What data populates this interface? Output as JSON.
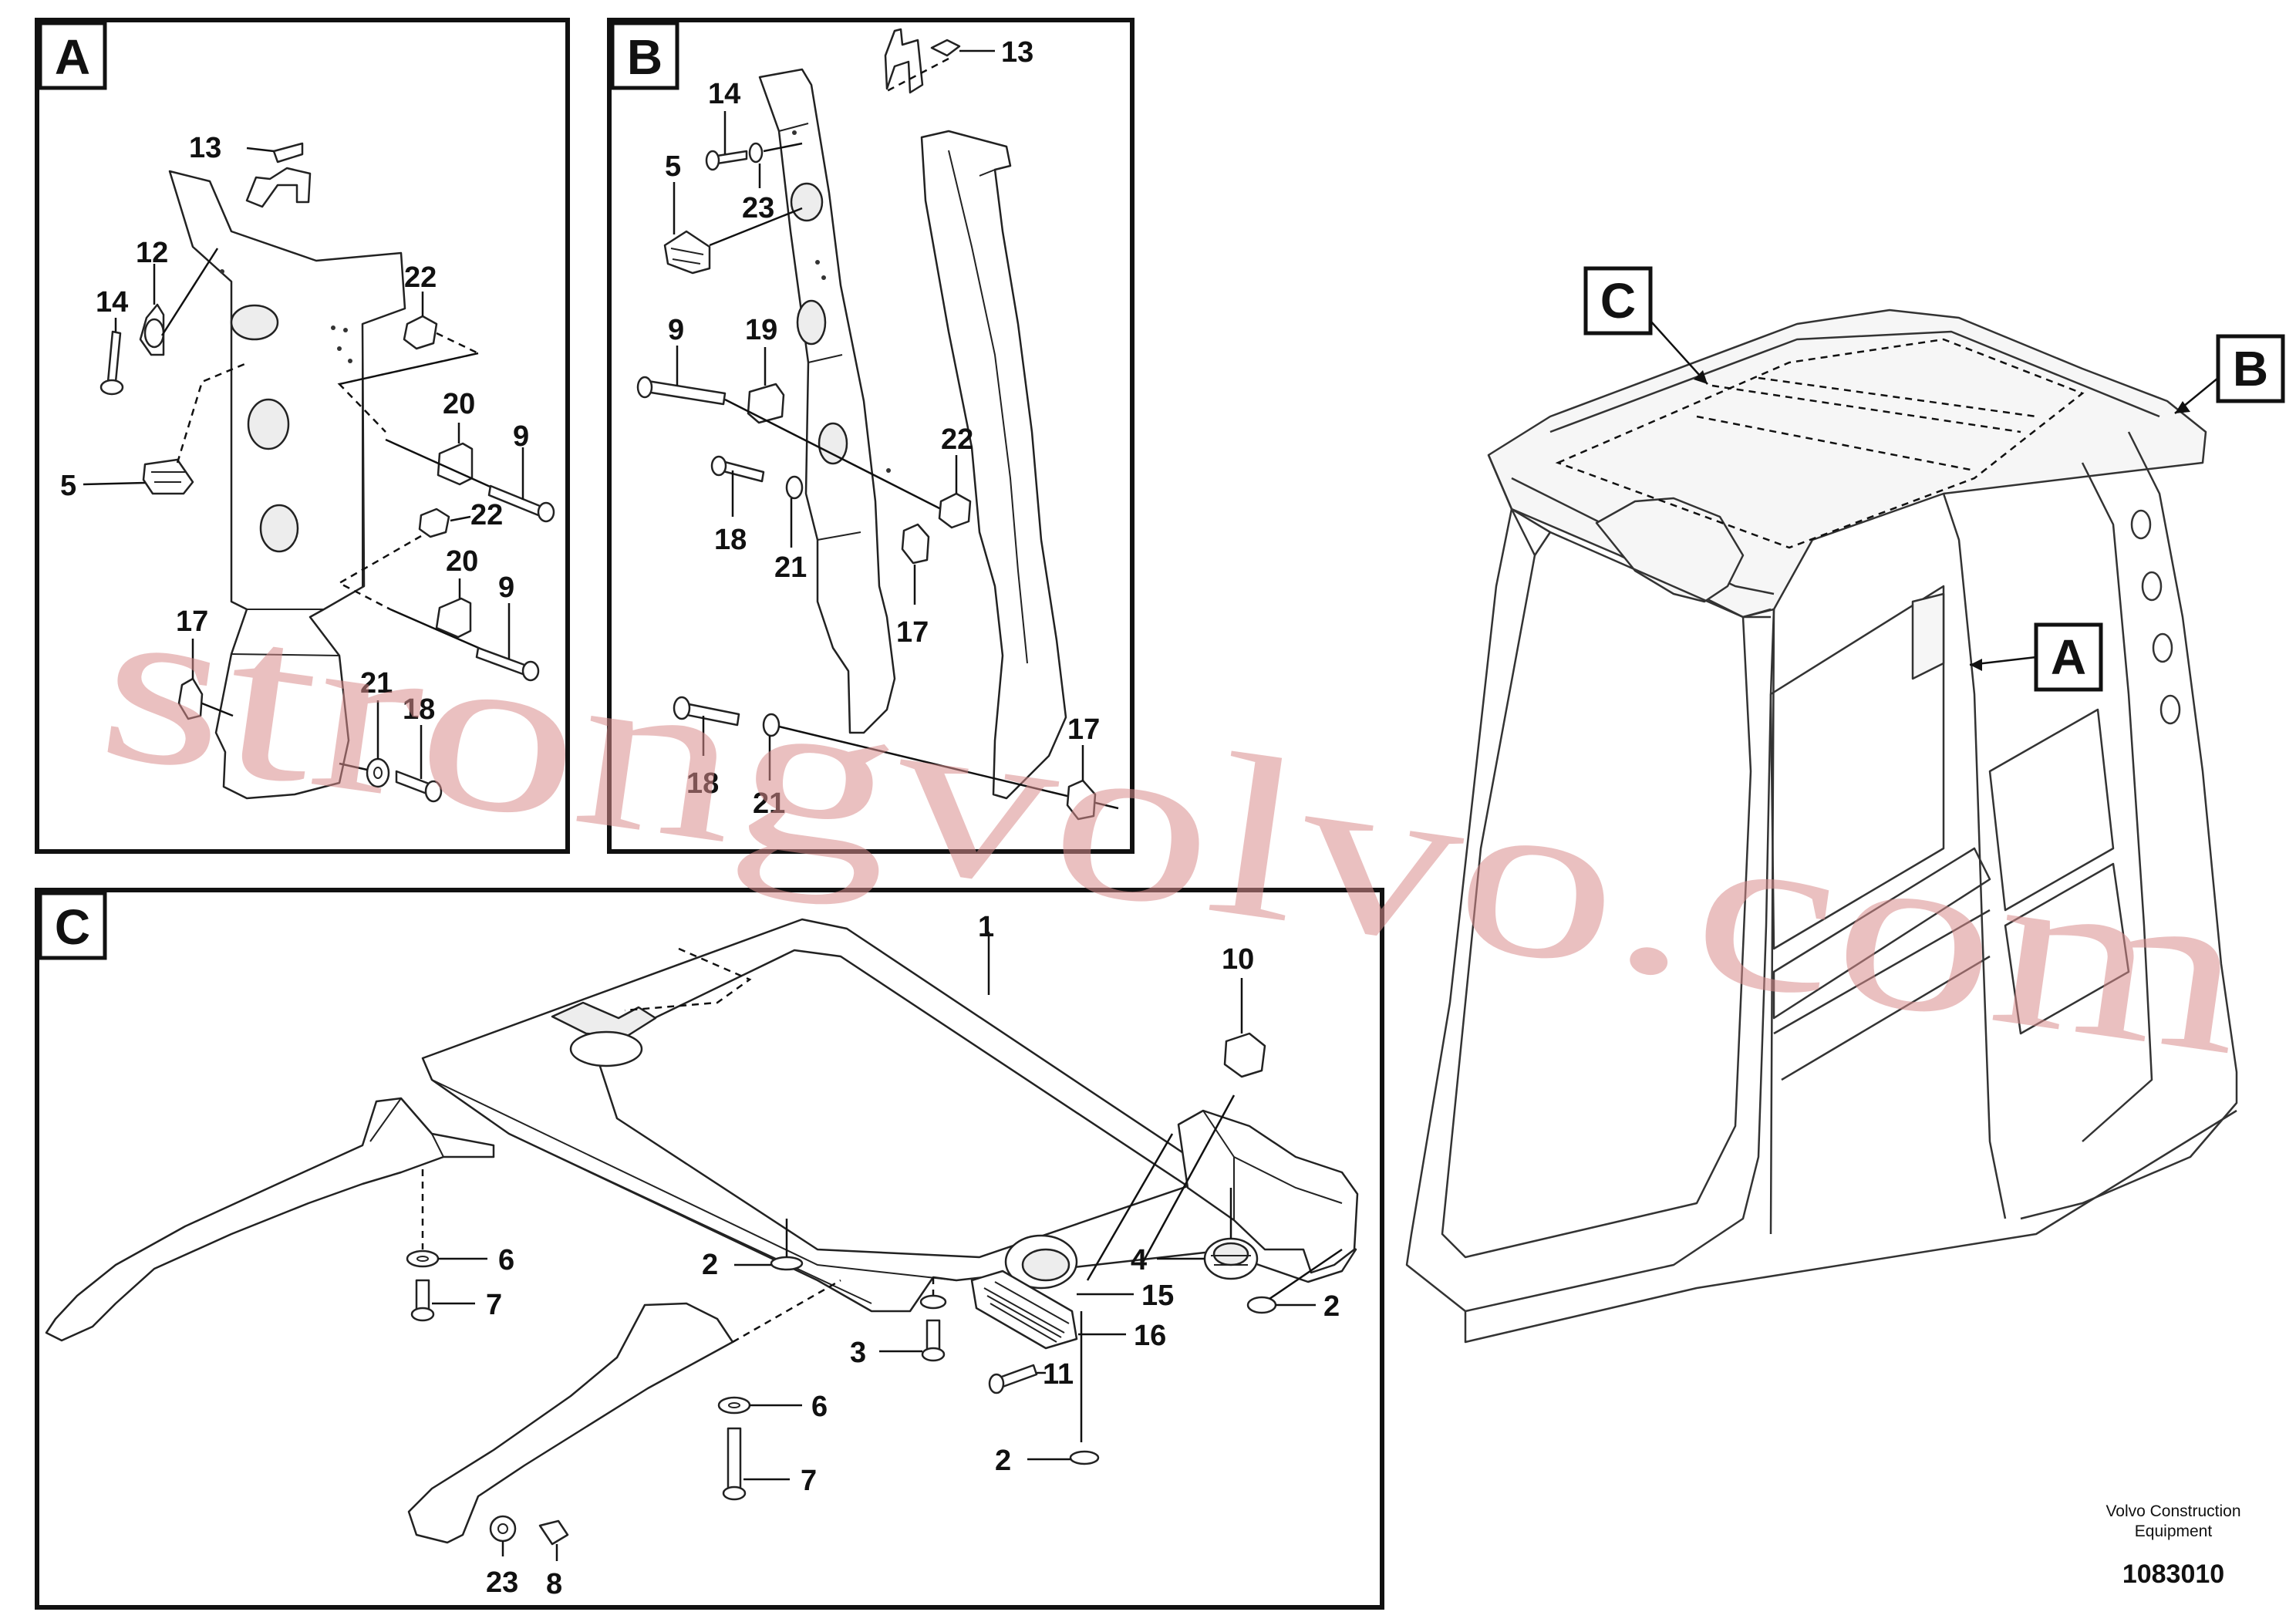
{
  "panels": {
    "A": {
      "label": "A"
    },
    "B": {
      "label": "B"
    },
    "C": {
      "label": "C"
    }
  },
  "overview": {
    "tag_A": "A",
    "tag_B": "B",
    "tag_C": "C"
  },
  "callouts": {
    "A": {
      "c13": "13",
      "c12": "12",
      "c14": "14",
      "c5": "5",
      "c22a": "22",
      "c20a": "20",
      "c9a": "9",
      "c22b": "22",
      "c20b": "20",
      "c9b": "9",
      "c17": "17",
      "c21": "21",
      "c18": "18"
    },
    "B": {
      "c13": "13",
      "c14": "14",
      "c5": "5",
      "c23": "23",
      "c9": "9",
      "c19": "19",
      "c22": "22",
      "c18a": "18",
      "c21a": "21",
      "c17a": "17",
      "c18b": "18",
      "c21b": "21",
      "c17b": "17"
    },
    "C": {
      "c1": "1",
      "c10": "10",
      "c6a": "6",
      "c7a": "7",
      "c2a": "2",
      "c3": "3",
      "c4": "4",
      "c15": "15",
      "c2b": "2",
      "c16": "16",
      "c11": "11",
      "c2c": "2",
      "c6b": "6",
      "c7b": "7",
      "c23": "23",
      "c8": "8"
    }
  },
  "footer": {
    "company_line1": "Volvo Construction",
    "company_line2": "Equipment",
    "drawing_number": "1083010"
  },
  "watermark": "strongvolvo.com"
}
